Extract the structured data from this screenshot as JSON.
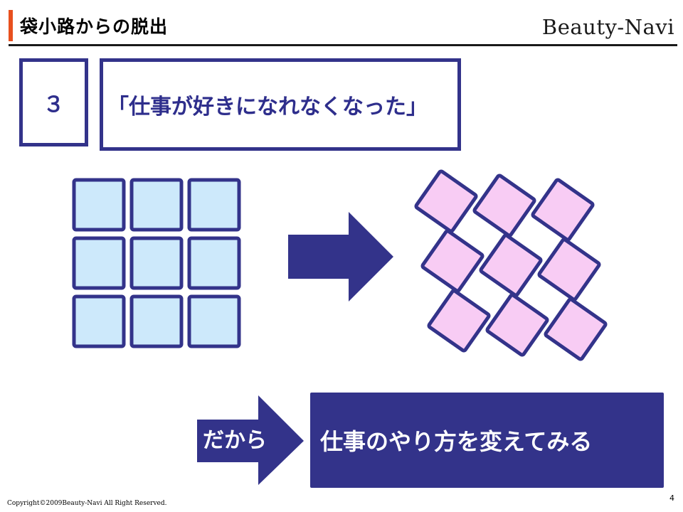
{
  "header": {
    "title": "袋小路からの脱出",
    "brand": "Beauty-Navi"
  },
  "point": {
    "number": "３",
    "headline": "「仕事が好きになれなくなった」"
  },
  "diagram": {
    "left_grid_fill": "#cde9fb",
    "right_grid_fill": "#f8ccf4",
    "stroke": "#33338a"
  },
  "conclusion": {
    "connector": "だから",
    "action": "仕事のやり方を変えてみる"
  },
  "footer": {
    "copyright": "Copyright©2009Beauty-Navi All Right Reserved.",
    "page": "4"
  },
  "colors": {
    "accent": "#e8501e",
    "navy": "#33338a"
  }
}
